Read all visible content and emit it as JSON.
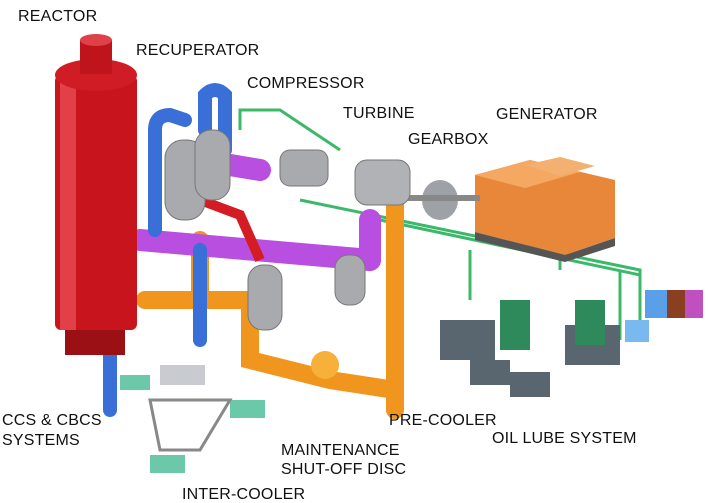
{
  "labels": {
    "reactor": "REACTOR",
    "recuperator": "RECUPERATOR",
    "compressor": "COMPRESSOR",
    "turbine": "TURBINE",
    "gearbox": "GEARBOX",
    "generator": "GENERATOR",
    "ccs_line1": "CCS & CBCS",
    "ccs_line2": "SYSTEMS",
    "pre_cooler": "PRE-COOLER",
    "oil_lube": "OIL LUBE SYSTEM",
    "maintenance_line1": "MAINTENANCE",
    "maintenance_line2": "SHUT-OFF DISC",
    "inter_cooler": "INTER-COOLER"
  },
  "colors": {
    "reactor": "#c8141c",
    "hot_pipe": "#3a6fd8",
    "purple_pipe": "#b84fe0",
    "orange_pipe": "#f0961e",
    "green_line": "#3cb86a",
    "vessel": "#a8aaae",
    "generator": "#e8873a"
  }
}
